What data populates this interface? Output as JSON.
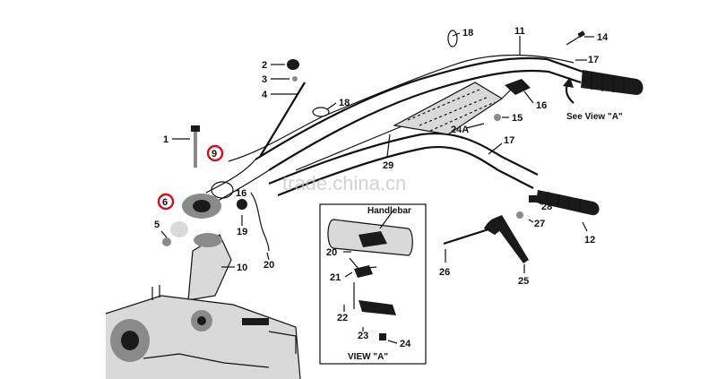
{
  "callouts": {
    "c1": "1",
    "c2": "2",
    "c3": "3",
    "c4": "4",
    "c5": "5",
    "c6": "6",
    "c9": "9",
    "c10": "10",
    "c11": "11",
    "c12": "12",
    "c14": "14",
    "c15": "15",
    "c16": "16",
    "c17a": "17",
    "c17b": "17",
    "c18a": "18",
    "c18b": "18",
    "c19": "19",
    "c20a": "20",
    "c20b": "20",
    "c21": "21",
    "c22": "22",
    "c23": "23",
    "c24": "24",
    "c24a": "24A",
    "c25": "25",
    "c26": "26",
    "c27": "27",
    "c28": "28",
    "c29": "29",
    "c16b": "16"
  },
  "view_a_pointer": "See View \"A\"",
  "inset": {
    "title": "VIEW \"A\"",
    "handlebar_label": "Handlebar"
  },
  "watermark": "trade.china.cn",
  "colors": {
    "highlight": "#d0101a",
    "ink": "#111111"
  }
}
